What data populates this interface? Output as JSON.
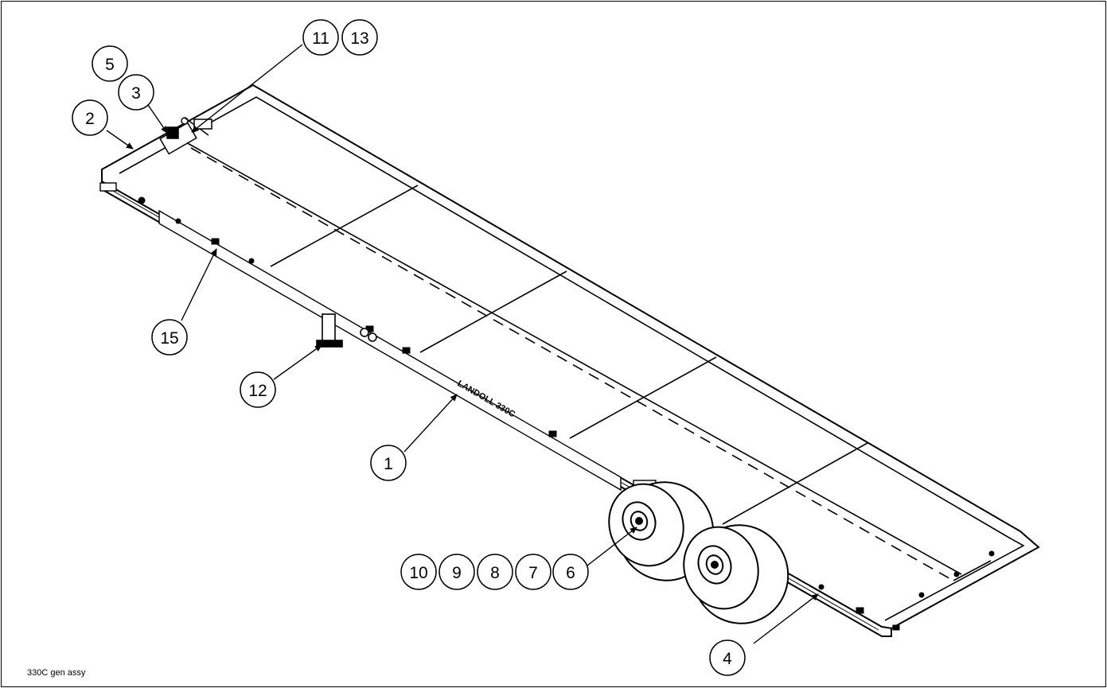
{
  "drawing": {
    "caption": "330C gen assy",
    "side_lettering": "LANDOLL 330C",
    "line_color": "#000000",
    "background_color": "#ffffff"
  },
  "callouts": [
    {
      "id": "c1",
      "label": "1"
    },
    {
      "id": "c2",
      "label": "2"
    },
    {
      "id": "c3",
      "label": "3"
    },
    {
      "id": "c4",
      "label": "4"
    },
    {
      "id": "c5",
      "label": "5"
    },
    {
      "id": "c6",
      "label": "6"
    },
    {
      "id": "c7",
      "label": "7"
    },
    {
      "id": "c8",
      "label": "8"
    },
    {
      "id": "c9",
      "label": "9"
    },
    {
      "id": "c10",
      "label": "10"
    },
    {
      "id": "c11",
      "label": "11"
    },
    {
      "id": "c12",
      "label": "12"
    },
    {
      "id": "c13",
      "label": "13"
    },
    {
      "id": "c15",
      "label": "15"
    }
  ]
}
